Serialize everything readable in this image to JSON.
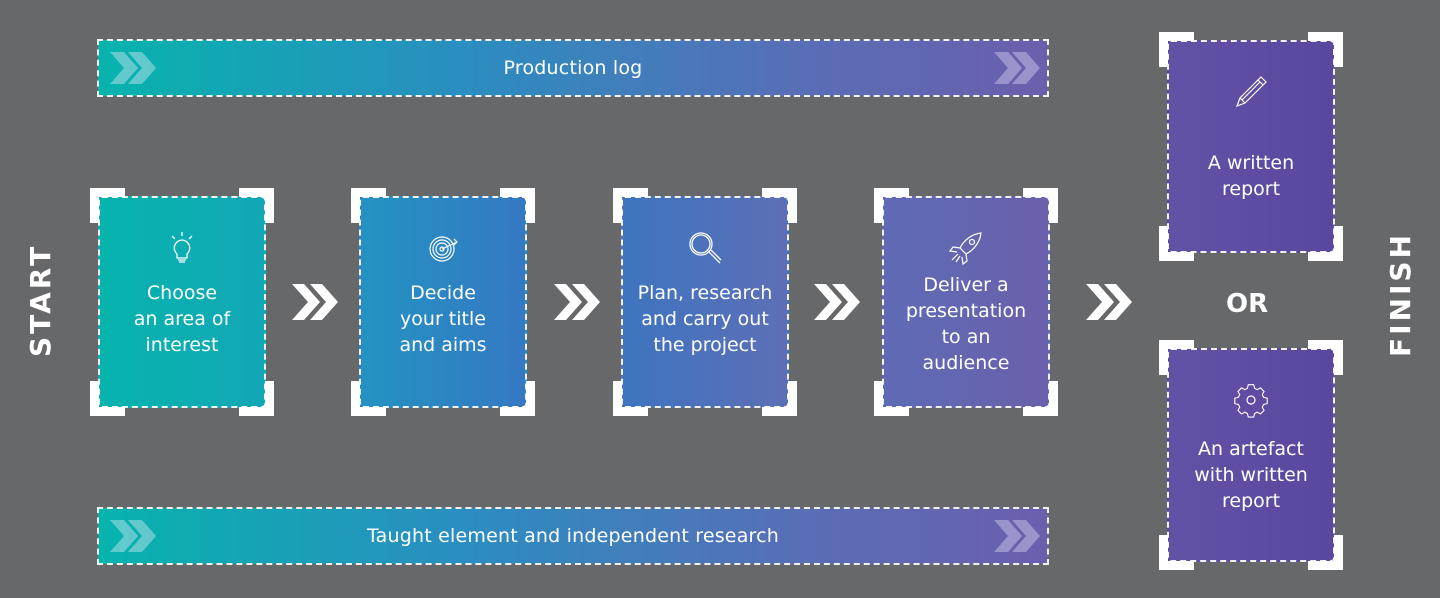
{
  "diagram": {
    "start_label": "START",
    "finish_label": "FINISH",
    "or_label": "OR",
    "top_bar": {
      "label": "Production log",
      "icon": "double-chevron-icon"
    },
    "bottom_bar": {
      "label": "Taught element and independent research",
      "icon": "double-chevron-icon"
    },
    "steps": [
      {
        "label": "Choose\nan area of\ninterest",
        "icon": "lightbulb-icon",
        "color_from": "#06b4ad",
        "color_to": "#12a7b6"
      },
      {
        "label": "Decide\nyour title\nand aims",
        "icon": "target-icon",
        "color_from": "#2393c2",
        "color_to": "#3578c3"
      },
      {
        "label": "Plan, research\nand carry out\nthe project",
        "icon": "magnifier-icon",
        "color_from": "#3e74c0",
        "color_to": "#5d6fb6"
      },
      {
        "label": "Deliver a\npresentation\nto an\naudience",
        "icon": "rocket-icon",
        "color_from": "#5e6bb5",
        "color_to": "#6a60ab"
      }
    ],
    "outcomes": [
      {
        "label": "A written\nreport",
        "icon": "pencil-icon",
        "color_from": "#6252a6",
        "color_to": "#5a479e"
      },
      {
        "label": "An artefact\nwith written\nreport",
        "icon": "gear-icon",
        "color_from": "#6252a6",
        "color_to": "#5a479e"
      }
    ],
    "connector_icon": "double-chevron-icon"
  }
}
